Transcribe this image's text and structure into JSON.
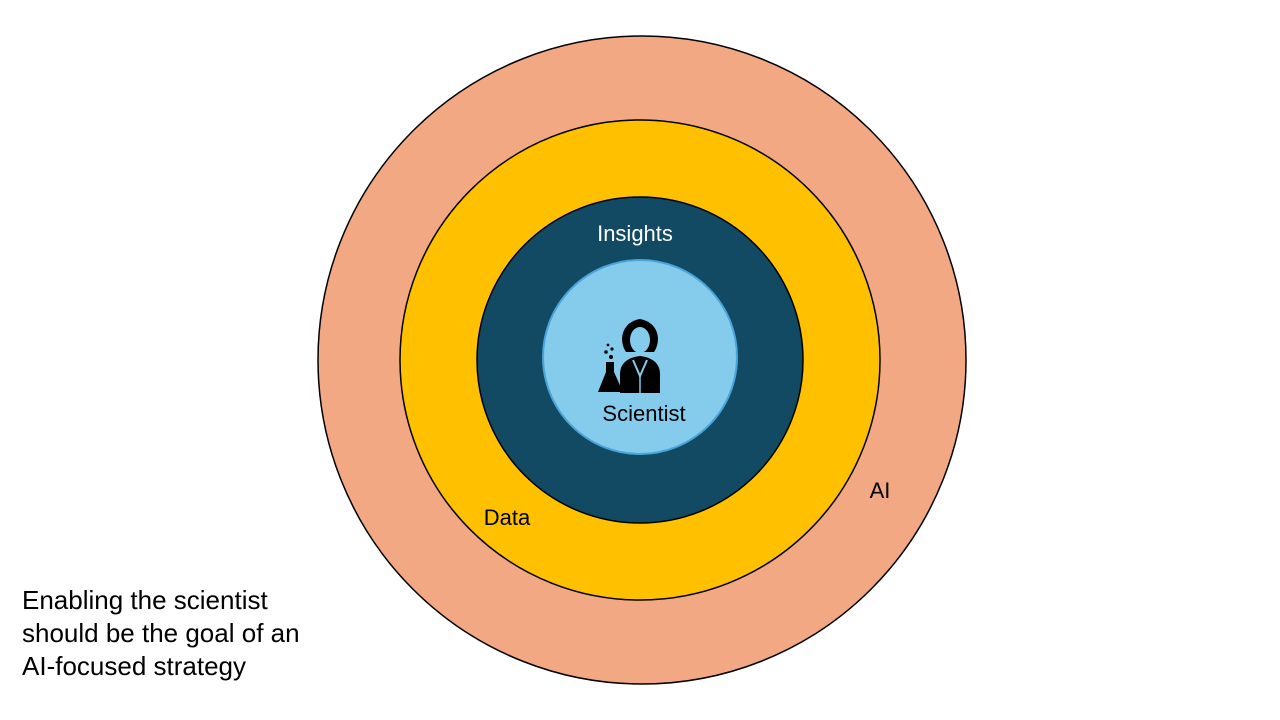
{
  "diagram": {
    "rings": {
      "ai": {
        "label": "AI",
        "color": "#F3A884"
      },
      "data": {
        "label": "Data",
        "color": "#FFC000"
      },
      "insights": {
        "label": "Insights",
        "color": "#134A63"
      },
      "scientist": {
        "label": "Scientist",
        "color": "#84CBEC",
        "icon": "scientist-icon"
      }
    },
    "caption_lines": [
      "Enabling the scientist",
      "should be the goal of an",
      "AI-focused strategy"
    ]
  }
}
